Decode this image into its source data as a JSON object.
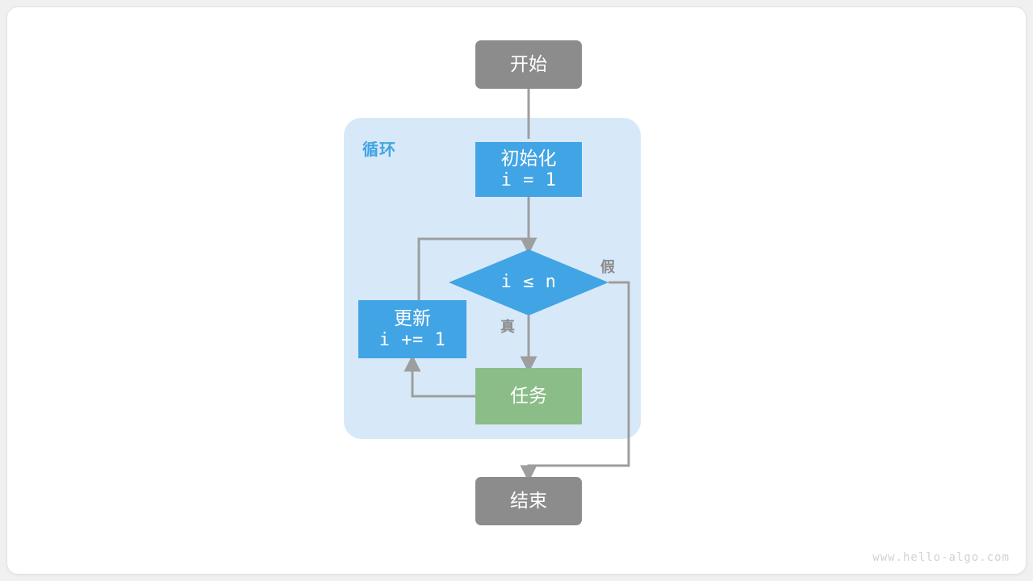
{
  "diagram": {
    "title": "for-loop-flowchart",
    "colors": {
      "terminal": "#8c8c8c",
      "process": "#41a4e4",
      "task": "#8abd88",
      "container": "#d7e9f8",
      "connector": "#9e9e9e",
      "loop_label": "#41a4e4",
      "edge_label": "#8c8c8c",
      "canvas": "#ffffff"
    },
    "container": {
      "label": "循环"
    },
    "nodes": [
      {
        "id": "start",
        "shape": "rounded-rect",
        "lines": [
          "开始"
        ],
        "kind": "terminal"
      },
      {
        "id": "init",
        "shape": "rect",
        "lines": [
          "初始化",
          "i = 1"
        ],
        "kind": "process"
      },
      {
        "id": "cond",
        "shape": "diamond",
        "lines": [
          "i ≤ n"
        ],
        "kind": "process"
      },
      {
        "id": "update",
        "shape": "rect",
        "lines": [
          "更新",
          "i += 1"
        ],
        "kind": "process"
      },
      {
        "id": "task",
        "shape": "rect",
        "lines": [
          "任务"
        ],
        "kind": "task"
      },
      {
        "id": "end",
        "shape": "rounded-rect",
        "lines": [
          "结束"
        ],
        "kind": "terminal"
      }
    ],
    "node_text": {
      "start": "开始",
      "init_cn": "初始化",
      "init_code": "i = 1",
      "cond_code": "i ≤ n",
      "update_cn": "更新",
      "update_code": "i += 1",
      "task": "任务",
      "end": "结束"
    },
    "edges": [
      {
        "from": "start",
        "to": "cond",
        "label": ""
      },
      {
        "from": "init",
        "to": "cond",
        "label": ""
      },
      {
        "from": "cond",
        "to": "task",
        "label": "真"
      },
      {
        "from": "cond",
        "to": "end",
        "label": "假"
      },
      {
        "from": "task",
        "to": "update",
        "label": ""
      },
      {
        "from": "update",
        "to": "cond",
        "label": ""
      }
    ],
    "edge_labels": {
      "true": "真",
      "false": "假"
    }
  },
  "watermark": "www.hello-algo.com"
}
